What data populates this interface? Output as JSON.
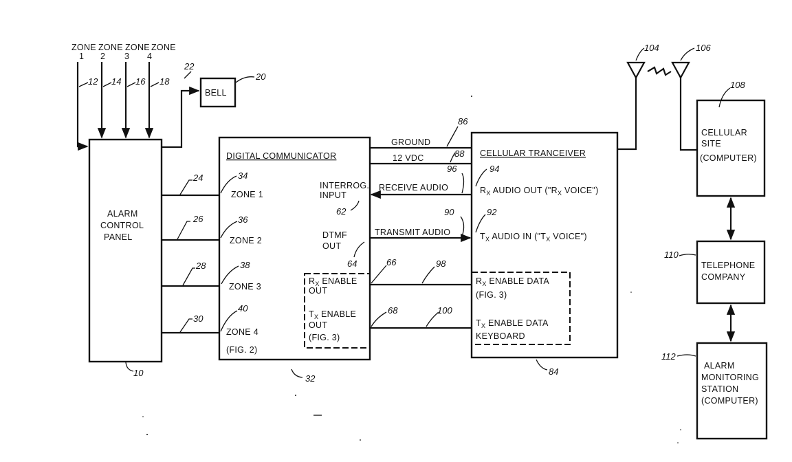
{
  "zones": {
    "header": [
      "ZONE",
      "ZONE",
      "ZONE",
      "ZONE"
    ],
    "numbers": [
      "1",
      "2",
      "3",
      "4"
    ],
    "refs": [
      "12",
      "14",
      "16",
      "18"
    ]
  },
  "bell": {
    "label": "BELL",
    "ref": "20",
    "line_ref": "22"
  },
  "alarm_panel": {
    "line1": "ALARM",
    "line2": "CONTROL",
    "line3": "PANEL",
    "ref": "10"
  },
  "panel_links": {
    "refs": [
      "24",
      "26",
      "28",
      "30"
    ]
  },
  "digital_communicator": {
    "title": "DIGITAL COMMUNICATOR",
    "ref": "32",
    "zones": [
      {
        "label": "ZONE 1",
        "ref": "34"
      },
      {
        "label": "ZONE 2",
        "ref": "36"
      },
      {
        "label": "ZONE 3",
        "ref": "38"
      },
      {
        "label": "ZONE 4",
        "ref": "40"
      }
    ],
    "fig": "(FIG. 2)",
    "interrog_line1": "INTERROG.",
    "interrog_line2": "INPUT",
    "interrog_ref": "62",
    "dtmf_line1": "DTMF",
    "dtmf_line2": "OUT",
    "dtmf_ref": "64",
    "enable_box": {
      "rx_r": "R",
      "rx_sub": "X",
      "rx_rest": " ENABLE",
      "rx_out": "OUT",
      "rx_ref": "66",
      "tx_t": "T",
      "tx_sub": "X",
      "tx_rest": " ENABLE",
      "tx_out": "OUT",
      "tx_fig": "(FIG. 3)",
      "tx_ref": "68"
    }
  },
  "links": {
    "ground": "GROUND",
    "ground_ref": "86",
    "vdc": "12 VDC",
    "vdc_ref": "88",
    "receive": "RECEIVE AUDIO",
    "receive_ref": "96",
    "transmit": "TRANSMIT AUDIO",
    "transmit_ref": "90",
    "rx_data_ref": "98",
    "tx_data_ref": "100"
  },
  "cellular_tranceiver": {
    "title": "CELLULAR TRANCEIVER",
    "ref": "84",
    "rx_line": {
      "r": "R",
      "sub": "X",
      "mid": " AUDIO OUT (\"R",
      "sub2": "X",
      "end": " VOICE\")",
      "ref": "94"
    },
    "tx_line": {
      "t": "T",
      "sub": "X",
      "mid": " AUDIO IN (\"T",
      "sub2": "X",
      "end": " VOICE\")",
      "ref": "92"
    },
    "rx_data": {
      "r": "R",
      "sub": "X",
      "rest": " ENABLE DATA",
      "fig": "(FIG. 3)"
    },
    "tx_data": {
      "t": "T",
      "sub": "X",
      "rest": " ENABLE DATA",
      "line2": "KEYBOARD"
    }
  },
  "antennas": {
    "left_ref": "104",
    "right_ref": "106"
  },
  "cellular_site": {
    "line1": "CELLULAR",
    "line2": "SITE",
    "line3": "(COMPUTER)",
    "ref": "108"
  },
  "telephone_company": {
    "line1": "TELEPHONE",
    "line2": "COMPANY",
    "ref": "110"
  },
  "alarm_station": {
    "line1": "ALARM",
    "line2": "MONITORING",
    "line3": "STATION",
    "line4": "(COMPUTER)",
    "ref": "112"
  }
}
